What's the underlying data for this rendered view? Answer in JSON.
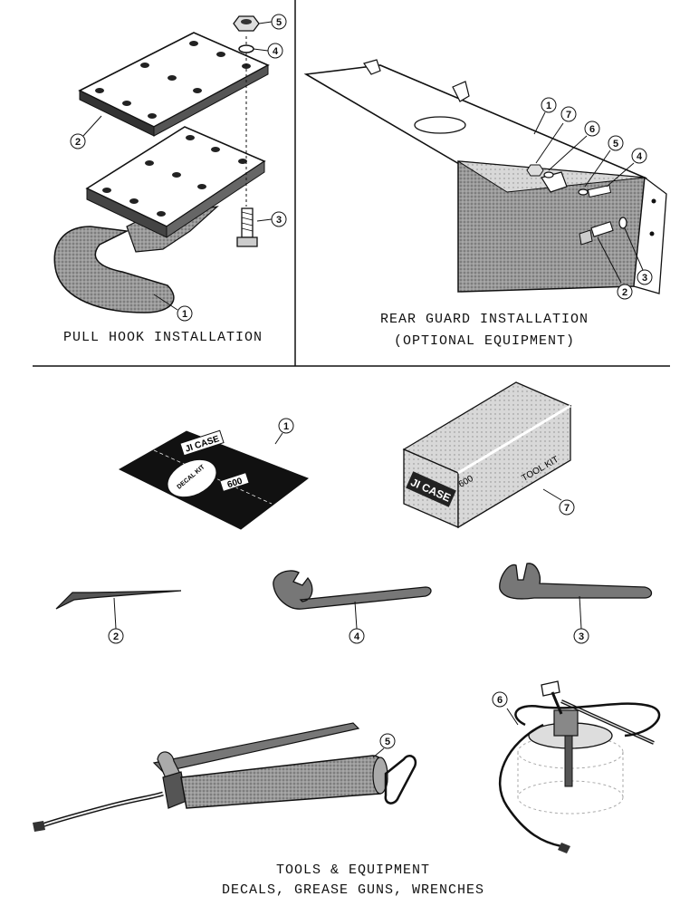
{
  "sections": {
    "pull_hook": {
      "caption": "PULL HOOK INSTALLATION",
      "callouts": [
        "1",
        "2",
        "3",
        "4",
        "5"
      ]
    },
    "rear_guard": {
      "caption_line1": "REAR GUARD INSTALLATION",
      "caption_line2": "(OPTIONAL EQUIPMENT)",
      "callouts": [
        "1",
        "2",
        "3",
        "4",
        "5",
        "6",
        "7"
      ]
    },
    "tools": {
      "caption_line1": "TOOLS & EQUIPMENT",
      "caption_line2": "DECALS, GREASE GUNS, WRENCHES",
      "callouts": [
        "1",
        "2",
        "3",
        "4",
        "5",
        "6",
        "7"
      ],
      "decal_brand": "JI CASE",
      "decal_kit_text": "DECAL KIT",
      "decal_model": "600",
      "toolbox_brand": "JI CASE",
      "toolbox_model": "600",
      "toolbox_label": "TOOL KIT"
    }
  },
  "colors": {
    "ink": "#111111",
    "paper": "#ffffff",
    "shade": "#8a8a8a"
  }
}
